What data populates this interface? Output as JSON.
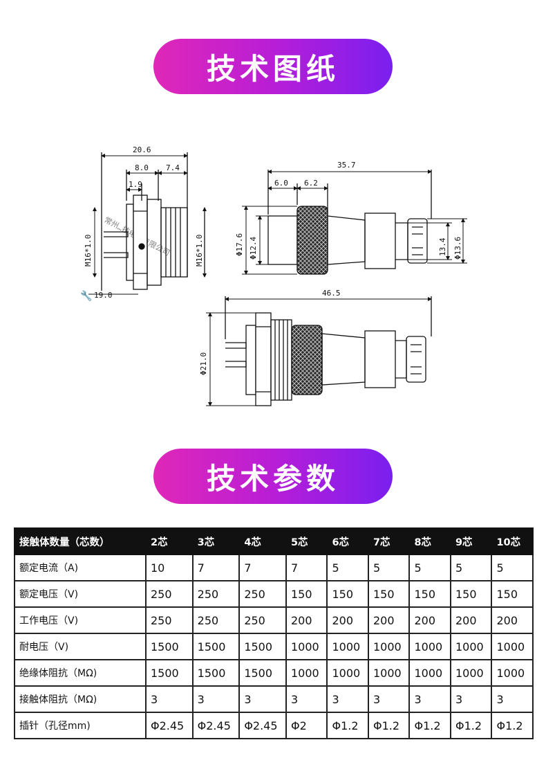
{
  "sections": {
    "drawing_title": "技术图纸",
    "params_title": "技术参数"
  },
  "drawing": {
    "watermark": "常州…技电子有限公司",
    "dims": {
      "d20_6": "20.6",
      "d8_0": "8.0",
      "d7_4": "7.4",
      "d1_9": "1.9",
      "m16_left": "M16*1.0",
      "m16_right": "M16*1.0",
      "wrench": "19.0",
      "d35_7": "35.7",
      "d6_0": "6.0",
      "d6_2": "6.2",
      "phi17_6": "Φ17.6",
      "phi12_4": "Φ12.4",
      "d13_4": "13.4",
      "phi13_6": "Φ13.6",
      "d46_5": "46.5",
      "phi21_0": "Φ21.0"
    }
  },
  "table": {
    "header": [
      "接触体数量（芯数）",
      "2芯",
      "3芯",
      "4芯",
      "5芯",
      "6芯",
      "7芯",
      "8芯",
      "9芯",
      "10芯"
    ],
    "rows": [
      [
        "额定电流（A)",
        "10",
        "7",
        "7",
        "7",
        "5",
        "5",
        "5",
        "5",
        "5"
      ],
      [
        "额定电压（V)",
        "250",
        "250",
        "250",
        "150",
        "150",
        "150",
        "150",
        "150",
        "150"
      ],
      [
        "工作电压（V)",
        "250",
        "250",
        "250",
        "200",
        "200",
        "200",
        "200",
        "200",
        "200"
      ],
      [
        "耐电压（V)",
        "1500",
        "1500",
        "1500",
        "1000",
        "1000",
        "1000",
        "1000",
        "1000",
        "1000"
      ],
      [
        "绝缘体阻抗（MΩ)",
        "1500",
        "1500",
        "1500",
        "1000",
        "1000",
        "1000",
        "1000",
        "1000",
        "1000"
      ],
      [
        "接触体阻抗（MΩ)",
        "3",
        "3",
        "3",
        "3",
        "3",
        "3",
        "3",
        "3",
        "3"
      ],
      [
        "插针（孔径mm)",
        "Φ2.45",
        "Φ2.45",
        "Φ2.45",
        "Φ2",
        "Φ1.2",
        "Φ1.2",
        "Φ1.2",
        "Φ1.2",
        "Φ1.2"
      ]
    ]
  }
}
